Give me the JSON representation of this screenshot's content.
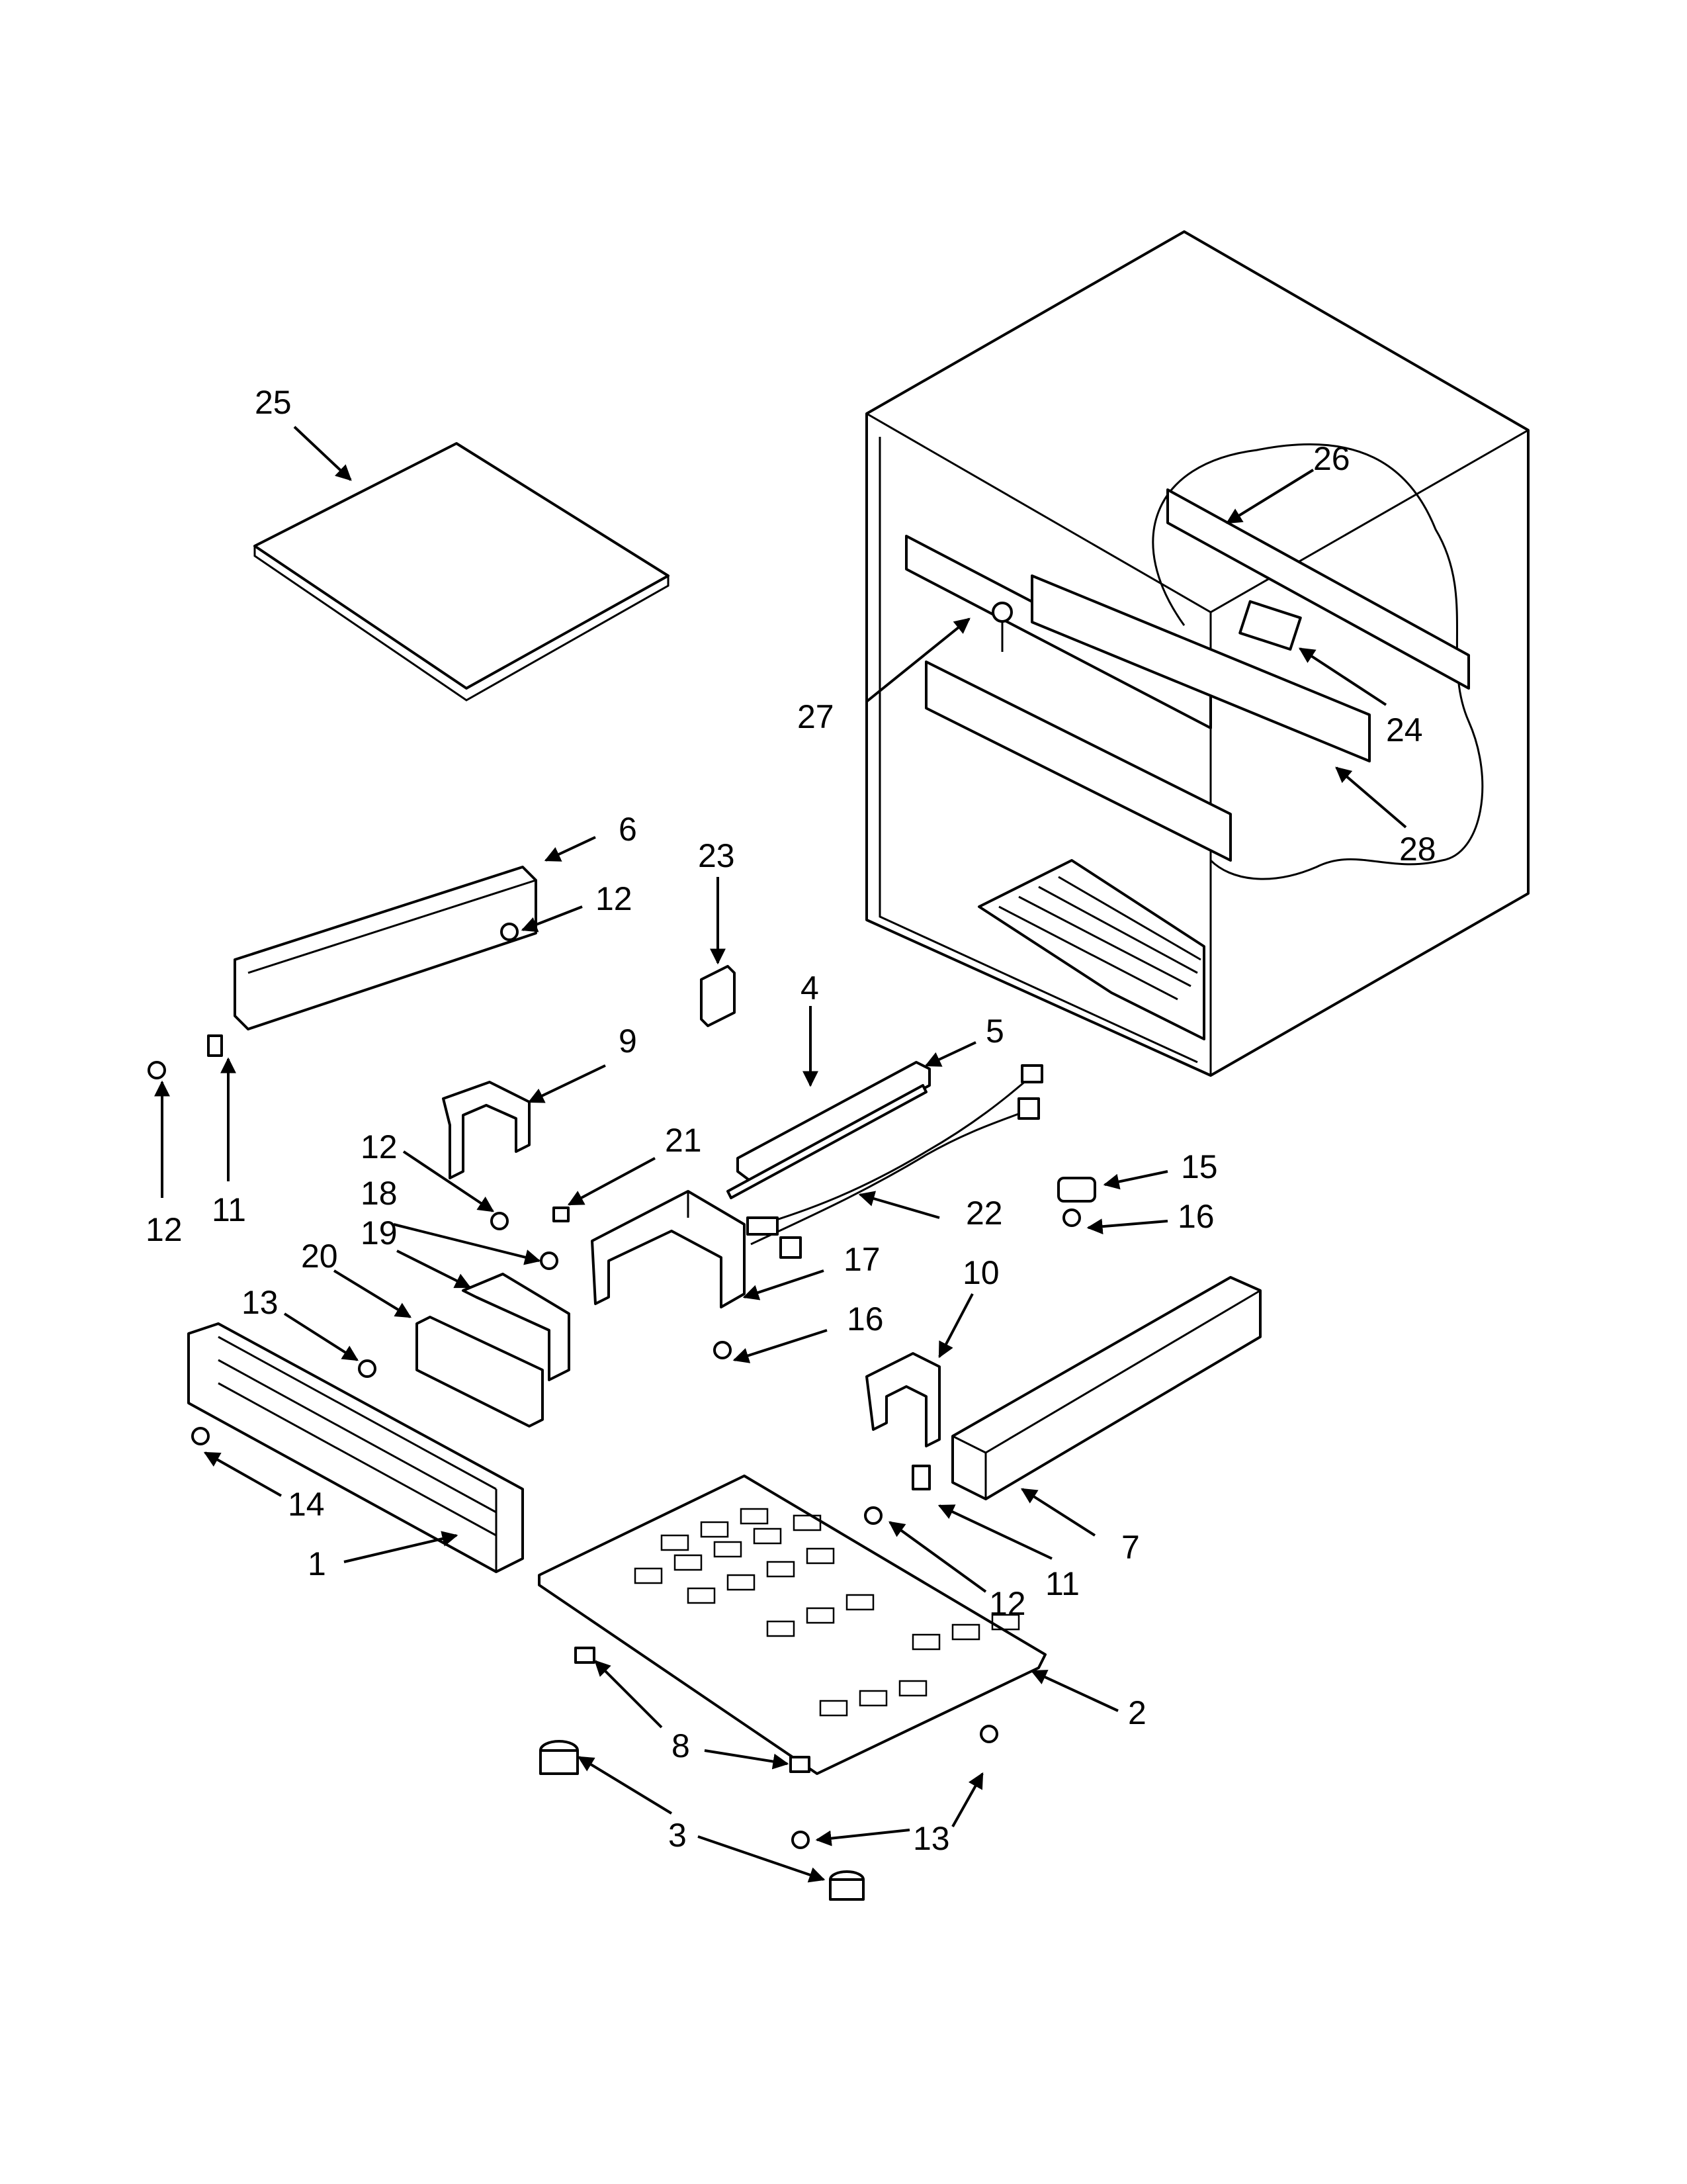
{
  "diagram": {
    "callouts": [
      {
        "id": "c1",
        "label": "1"
      },
      {
        "id": "c2",
        "label": "2"
      },
      {
        "id": "c3",
        "label": "3"
      },
      {
        "id": "c4",
        "label": "4"
      },
      {
        "id": "c5",
        "label": "5"
      },
      {
        "id": "c6",
        "label": "6"
      },
      {
        "id": "c7",
        "label": "7"
      },
      {
        "id": "c8",
        "label": "8"
      },
      {
        "id": "c9",
        "label": "9"
      },
      {
        "id": "c10",
        "label": "10"
      },
      {
        "id": "c11a",
        "label": "11"
      },
      {
        "id": "c11b",
        "label": "11"
      },
      {
        "id": "c12a",
        "label": "12"
      },
      {
        "id": "c12b",
        "label": "12"
      },
      {
        "id": "c12c",
        "label": "12"
      },
      {
        "id": "c12d",
        "label": "12"
      },
      {
        "id": "c13a",
        "label": "13"
      },
      {
        "id": "c13b",
        "label": "13"
      },
      {
        "id": "c14",
        "label": "14"
      },
      {
        "id": "c15",
        "label": "15"
      },
      {
        "id": "c16a",
        "label": "16"
      },
      {
        "id": "c16b",
        "label": "16"
      },
      {
        "id": "c17",
        "label": "17"
      },
      {
        "id": "c18",
        "label": "18"
      },
      {
        "id": "c19",
        "label": "19"
      },
      {
        "id": "c20",
        "label": "20"
      },
      {
        "id": "c21",
        "label": "21"
      },
      {
        "id": "c22",
        "label": "22"
      },
      {
        "id": "c23",
        "label": "23"
      },
      {
        "id": "c24",
        "label": "24"
      },
      {
        "id": "c25",
        "label": "25"
      },
      {
        "id": "c26",
        "label": "26"
      },
      {
        "id": "c27",
        "label": "27"
      },
      {
        "id": "c28",
        "label": "28"
      }
    ]
  }
}
